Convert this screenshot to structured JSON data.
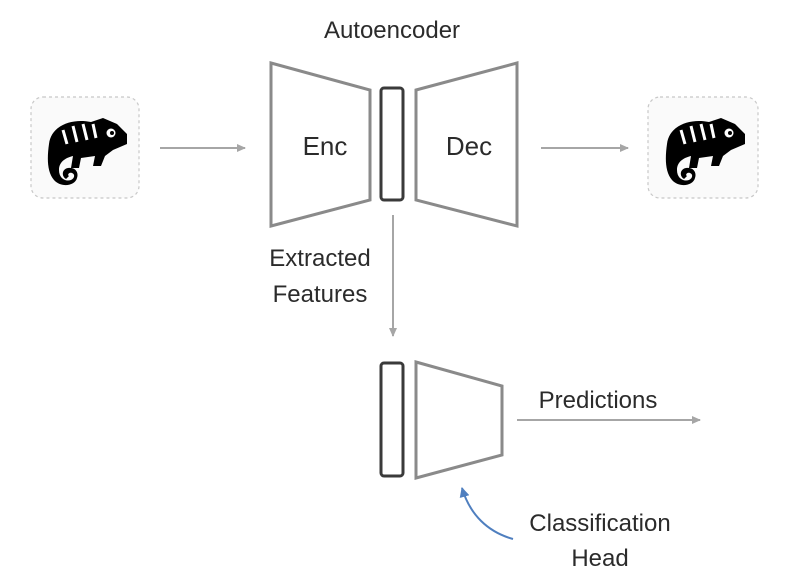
{
  "diagram": {
    "title": "Autoencoder",
    "encoder_label": "Enc",
    "decoder_label": "Dec",
    "features_label_line1": "Extracted",
    "features_label_line2": "Features",
    "predictions_label": "Predictions",
    "head_label_line1": "Classification",
    "head_label_line2": "Head",
    "input_icon": "chameleon-icon",
    "output_icon": "chameleon-icon",
    "colors": {
      "shape_stroke": "#8a8a8a",
      "bottleneck_stroke": "#3a3a3a",
      "arrow": "#a6a6a6",
      "curved_arrow": "#4f7fbf",
      "text": "#2b2b2b"
    }
  }
}
